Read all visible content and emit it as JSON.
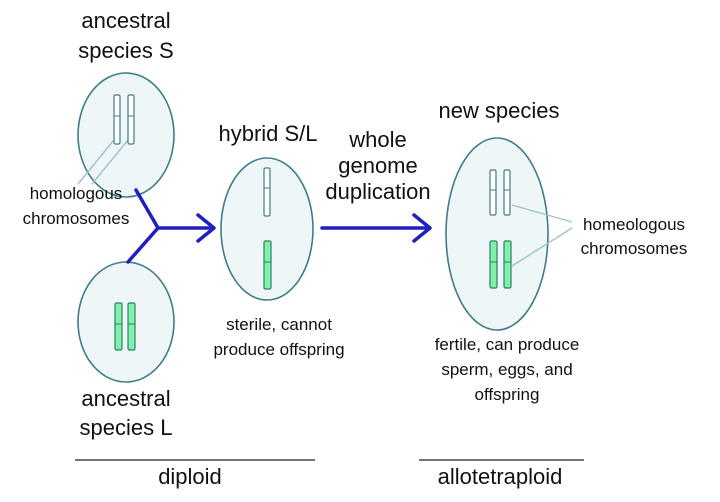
{
  "labels": {
    "ancestral_s_line1": "ancestral",
    "ancestral_s_line2": "species S",
    "ancestral_l_line1": "ancestral",
    "ancestral_l_line2": "species L",
    "homologous_line1": "homologous",
    "homologous_line2": "chromosomes",
    "hybrid": "hybrid S/L",
    "wgd_line1": "whole",
    "wgd_line2": "genome",
    "wgd_line3": "duplication",
    "new_species": "new species",
    "homeologous_line1": "homeologous",
    "homeologous_line2": "chromosomes",
    "sterile_line1": "sterile, cannot",
    "sterile_line2": "produce offspring",
    "fertile_line1": "fertile, can produce",
    "fertile_line2": "sperm, eggs, and",
    "fertile_line3": "offspring",
    "diploid": "diploid",
    "allotetraploid": "allotetraploid"
  },
  "colors": {
    "cell_fill": "#eef6f8",
    "cell_stroke": "#3f7d8c",
    "arrow": "#1f1fbf",
    "chrom_s_fill": "#ffffff",
    "chrom_s_stroke": "#3f7d8c",
    "chrom_l_fill": "#7ff2aa",
    "chrom_l_stroke": "#2f7d6c",
    "pointer_line": "#9cc4d0",
    "rule": "#222222"
  }
}
